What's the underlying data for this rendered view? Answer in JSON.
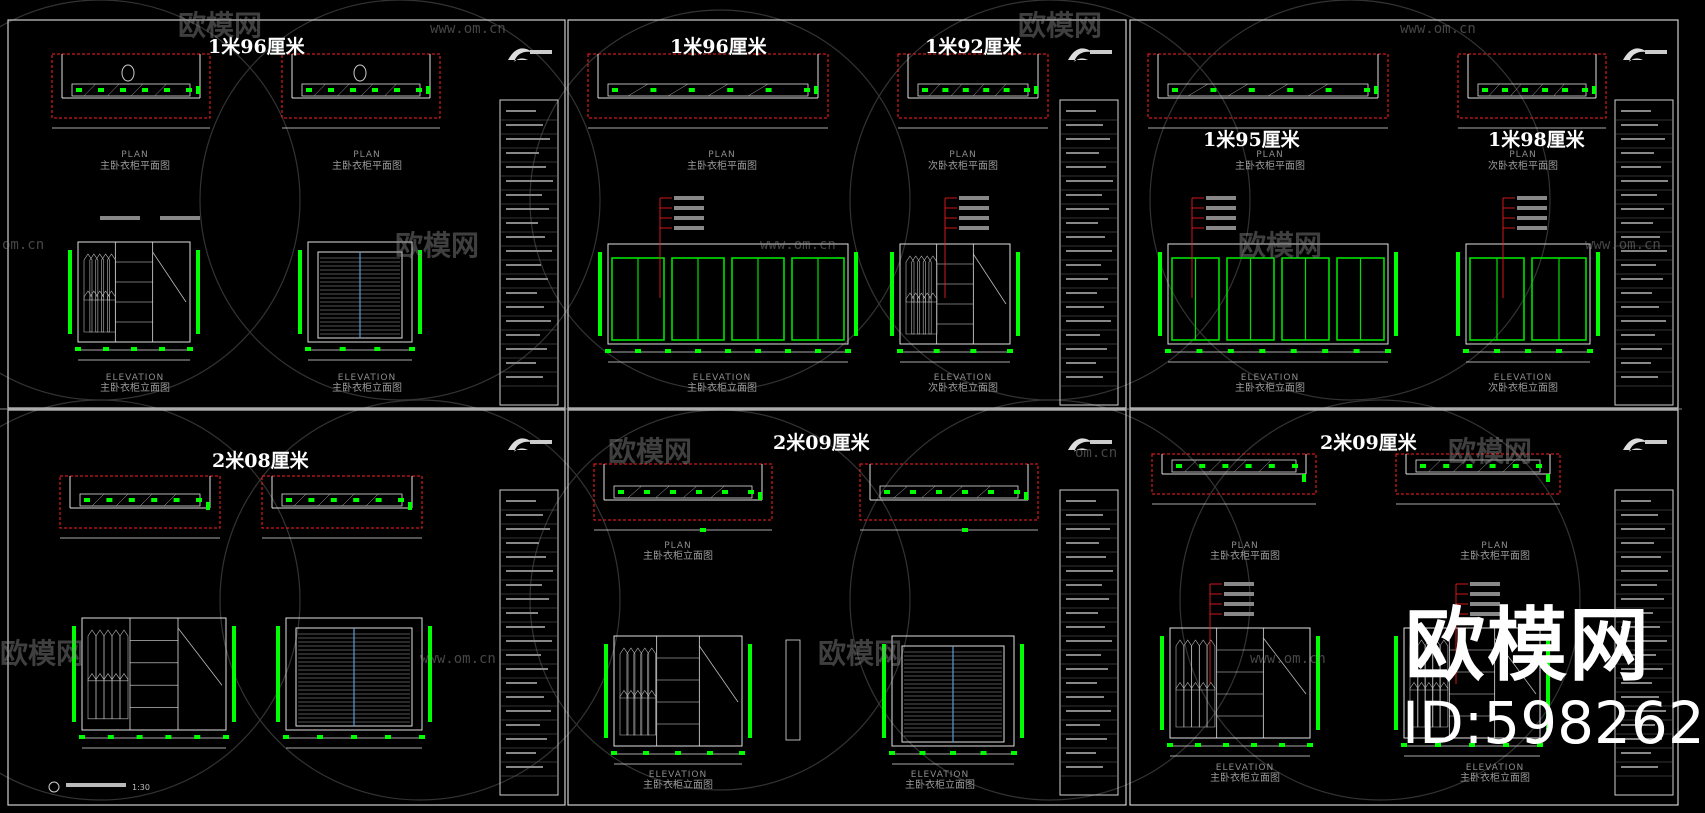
{
  "annotations": [
    "1米96厘米",
    "1米96厘米",
    "1米92厘米",
    "1米95厘米",
    "1米98厘米",
    "2米08厘米",
    "2米09厘米",
    "2米09厘米"
  ],
  "labels": {
    "plan": "PLAN",
    "elevation": "ELEVATION",
    "master_plan": "主卧衣柜平面图",
    "second_plan": "次卧衣柜平面图",
    "master_elev": "主卧衣柜立面图",
    "second_elev": "次卧衣柜立面图"
  },
  "watermark": {
    "brand": "欧模网",
    "url": "www.om.cn",
    "url_short": "om.cn",
    "id": "ID:598262"
  },
  "scale_note": "1:30",
  "colors": {
    "frame": "#cfcfcf",
    "dimension_marker": "#00ff00",
    "section_box": "#ff2020",
    "drawing_line": "#e0e0e0",
    "door_panel": "#00e000"
  }
}
